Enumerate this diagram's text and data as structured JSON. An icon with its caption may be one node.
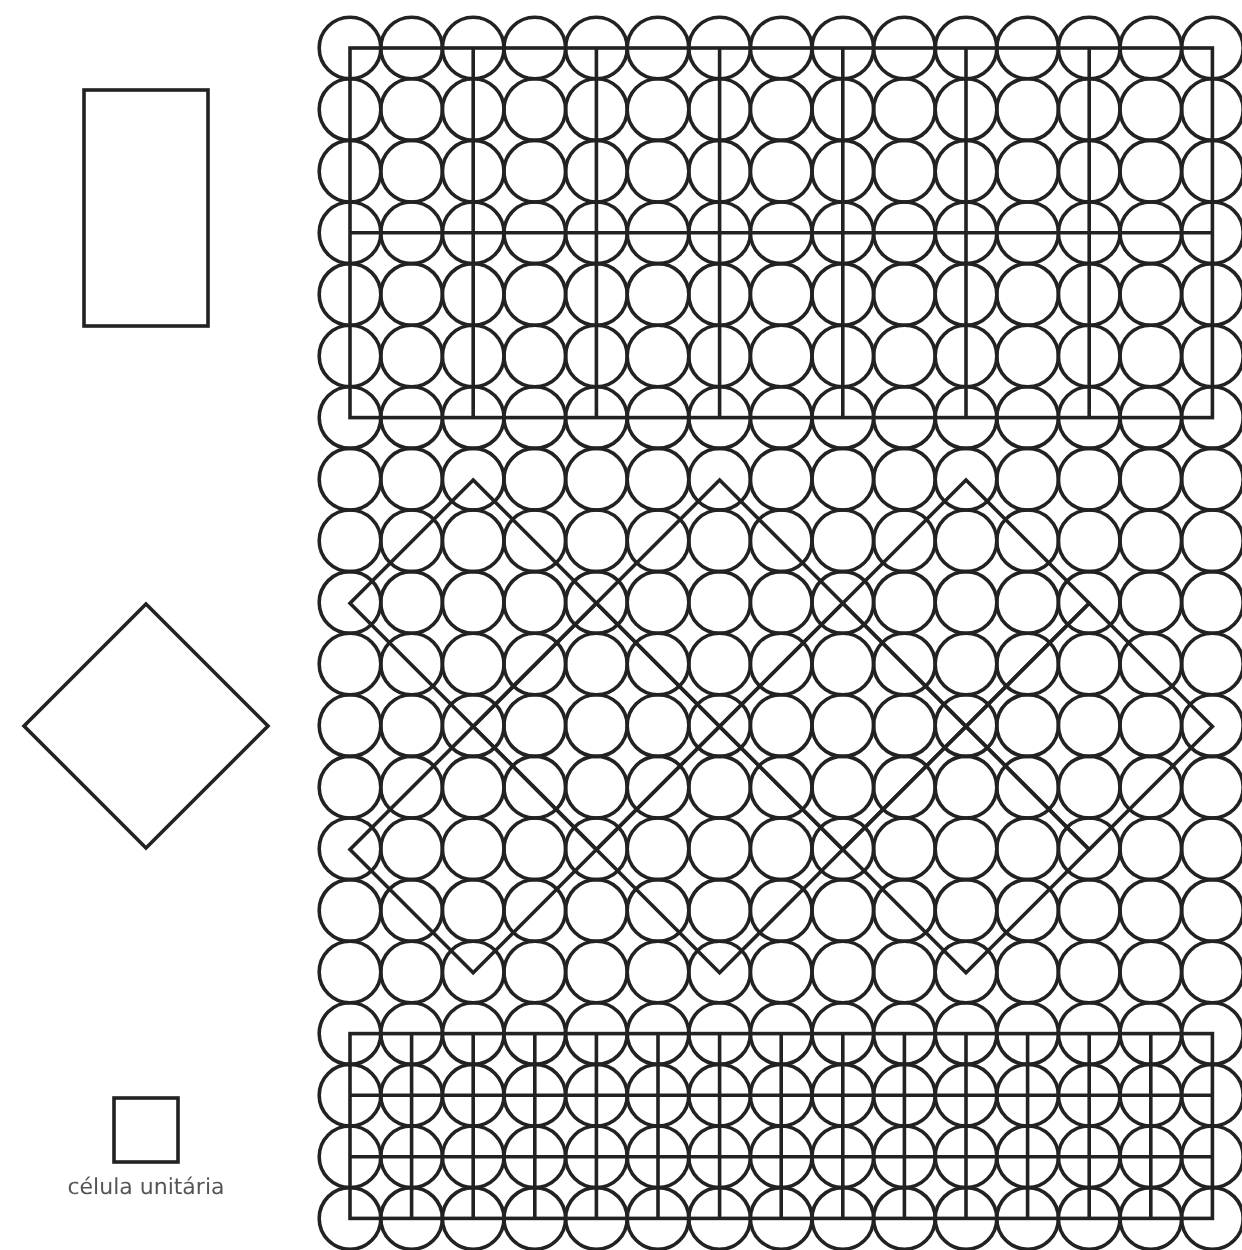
{
  "diagram": {
    "nodes": [
      {
        "text": [],
        "shape": "box"
      },
      {
        "text": [],
        "shape": "diamond"
      },
      {
        "text": [
          "célula unitária"
        ]
      }
    ]
  }
}
